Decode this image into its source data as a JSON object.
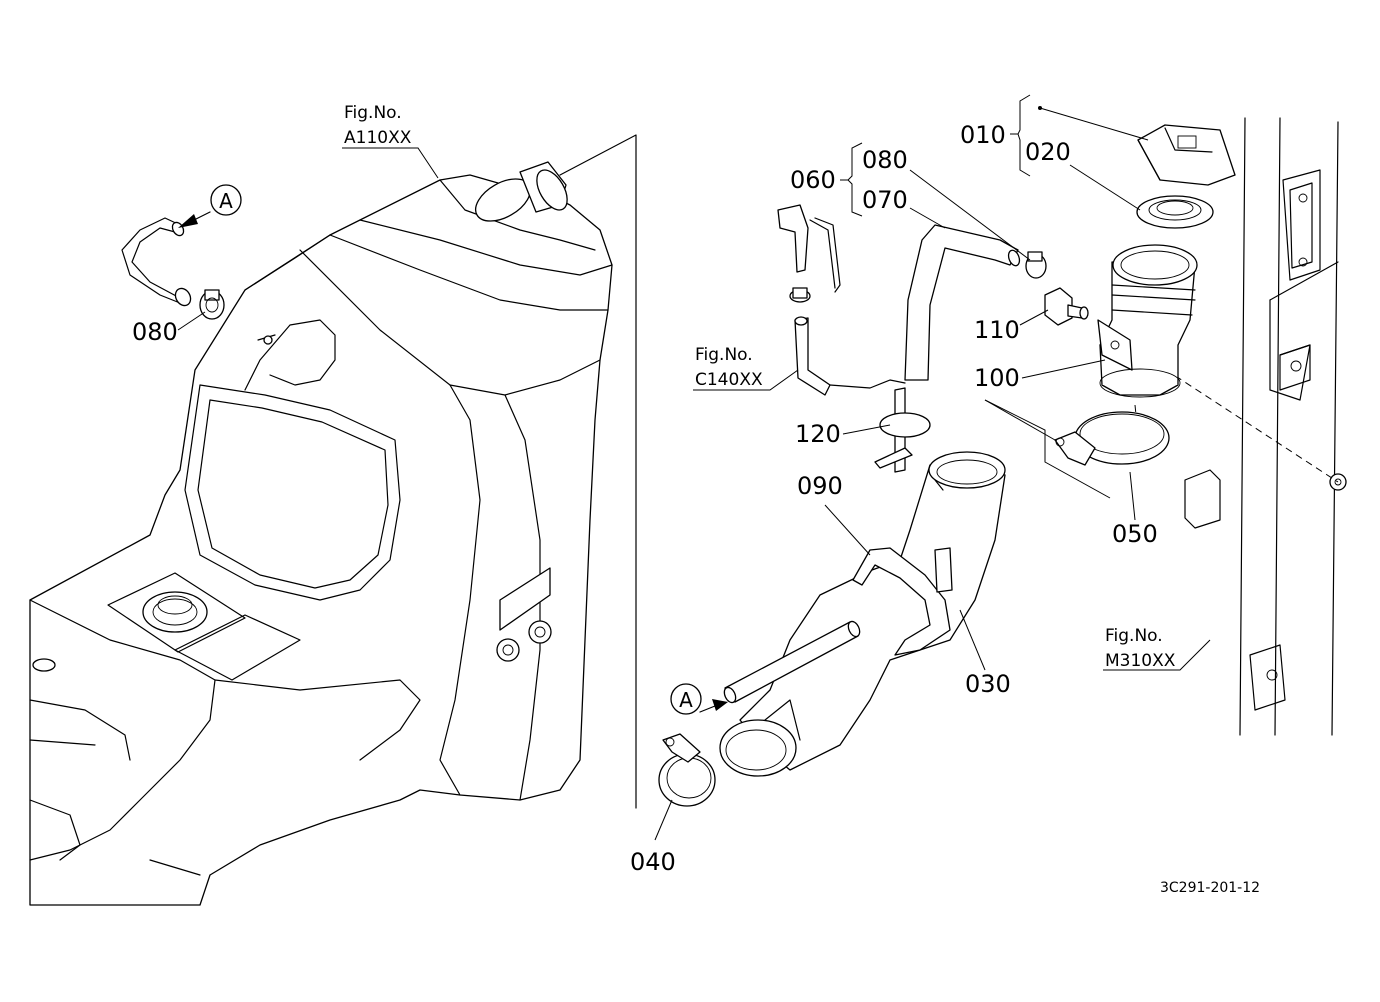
{
  "drawing_code": "3C291-201-12",
  "figure_refs": {
    "tank": {
      "label": "Fig.No.",
      "ref": "A110XX"
    },
    "harness": {
      "label": "Fig.No.",
      "ref": "C140XX"
    },
    "frame": {
      "label": "Fig.No.",
      "ref": "M310XX"
    }
  },
  "connector_marks": {
    "left": "A",
    "right": "A"
  },
  "parts": {
    "p010": "010",
    "p020": "020",
    "p030": "030",
    "p040": "040",
    "p050": "050",
    "p060": "060",
    "p070": "070",
    "p080_right": "080",
    "p080_left": "080",
    "p090": "090",
    "p100": "100",
    "p110": "110",
    "p120": "120"
  }
}
